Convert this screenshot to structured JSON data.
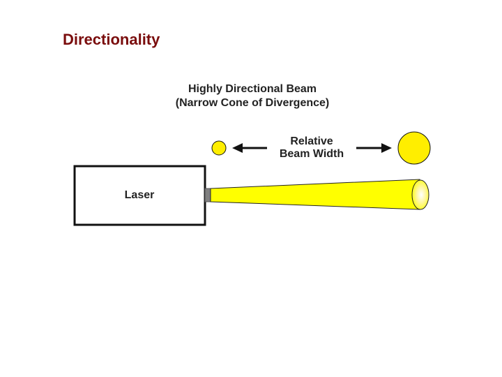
{
  "slide": {
    "title": "Directionality"
  },
  "diagram": {
    "beam_heading_line1": "Highly Directional Beam",
    "beam_heading_line2": "(Narrow Cone of Divergence)",
    "relative_label_line1": "Relative",
    "relative_label_line2": "Beam Width",
    "laser_label": "Laser"
  },
  "colors": {
    "title": "#7a0d0d",
    "beam_fill": "#ffff00",
    "circle_fill": "#ffee00",
    "outline": "#111111",
    "aperture": "#808080"
  }
}
